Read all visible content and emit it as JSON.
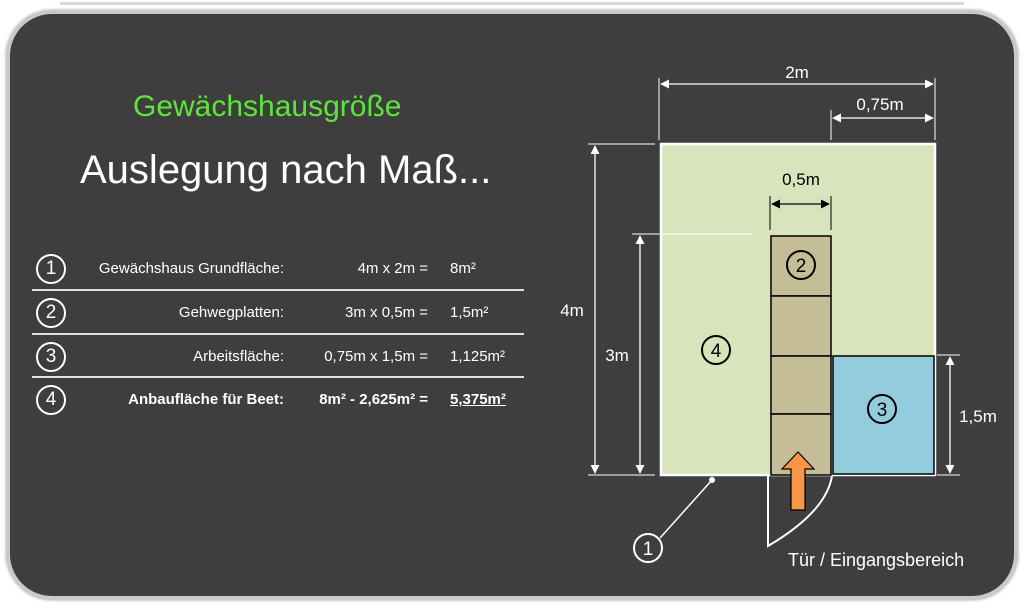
{
  "header": {
    "subtitle": "Gewächshausgröße",
    "title": "Auslegung nach Maß..."
  },
  "table": {
    "rows": [
      {
        "num": "1",
        "label": "Gewächshaus Grundfläche:",
        "calc": "4m x 2m =",
        "result": "8m²"
      },
      {
        "num": "2",
        "label": "Gehwegplatten:",
        "calc": "3m x 0,5m =",
        "result": "1,5m²"
      },
      {
        "num": "3",
        "label": "Arbeitsfläche:",
        "calc": "0,75m x 1,5m =",
        "result": "1,125m²"
      },
      {
        "num": "4",
        "label": "Anbaufläche für Beet:",
        "calc": "8m² - 2,625m² =",
        "result": "5,375m²"
      }
    ]
  },
  "diagram": {
    "dim_width": "2m",
    "dim_075": "0,75m",
    "dim_05": "0,5m",
    "dim_height": "4m",
    "dim_3m": "3m",
    "dim_15": "1,5m",
    "marker_1": "1",
    "marker_2": "2",
    "marker_3": "3",
    "marker_4": "4",
    "door_label": "Tür / Eingangsbereich",
    "colors": {
      "bed_fill": "#d8e4bc",
      "path_fill": "#c4bd97",
      "work_fill": "#93cddd",
      "arrow_fill": "#f79646"
    }
  }
}
